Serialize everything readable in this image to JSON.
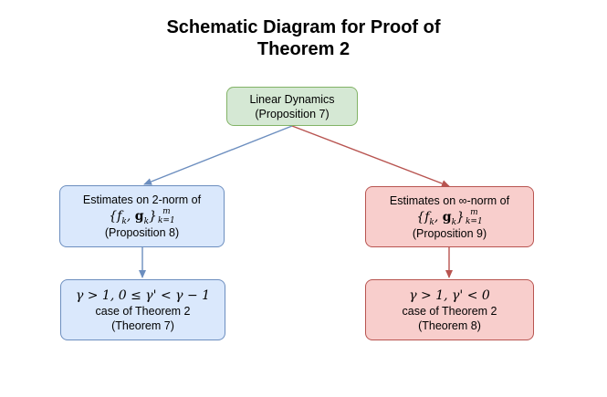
{
  "title": {
    "line1": "Schematic Diagram for Proof of",
    "line2": "Theorem 2"
  },
  "nodes": {
    "root": {
      "line1": "Linear Dynamics",
      "line2": "(Proposition 7)"
    },
    "left_mid": {
      "line1": "Estimates on 2-norm of",
      "math": "{f_k, g_k}_{k=1}^m",
      "line2": "(Proposition 8)"
    },
    "right_mid": {
      "line1": "Estimates on ∞-norm of",
      "math": "{f_k, g_k}_{k=1}^m",
      "line2": "(Proposition 9)"
    },
    "left_bottom": {
      "math": "γ > 1, 0 ≤ γ' < γ − 1",
      "line1": "case of Theorem 2",
      "line2": "(Theorem 7)"
    },
    "right_bottom": {
      "math": "γ > 1, γ' < 0",
      "line1": "case of Theorem 2",
      "line2": "(Theorem 8)"
    }
  },
  "colors": {
    "green_fill": "#d5e8d4",
    "green_stroke": "#82b366",
    "blue_fill": "#dae8fc",
    "blue_stroke": "#6c8ebf",
    "red_fill": "#f8cecc",
    "red_stroke": "#b85450"
  },
  "edges": [
    {
      "from": "root",
      "to": "left_mid",
      "color": "#6c8ebf"
    },
    {
      "from": "root",
      "to": "right_mid",
      "color": "#b85450"
    },
    {
      "from": "left_mid",
      "to": "left_bottom",
      "color": "#6c8ebf"
    },
    {
      "from": "right_mid",
      "to": "right_bottom",
      "color": "#b85450"
    }
  ]
}
